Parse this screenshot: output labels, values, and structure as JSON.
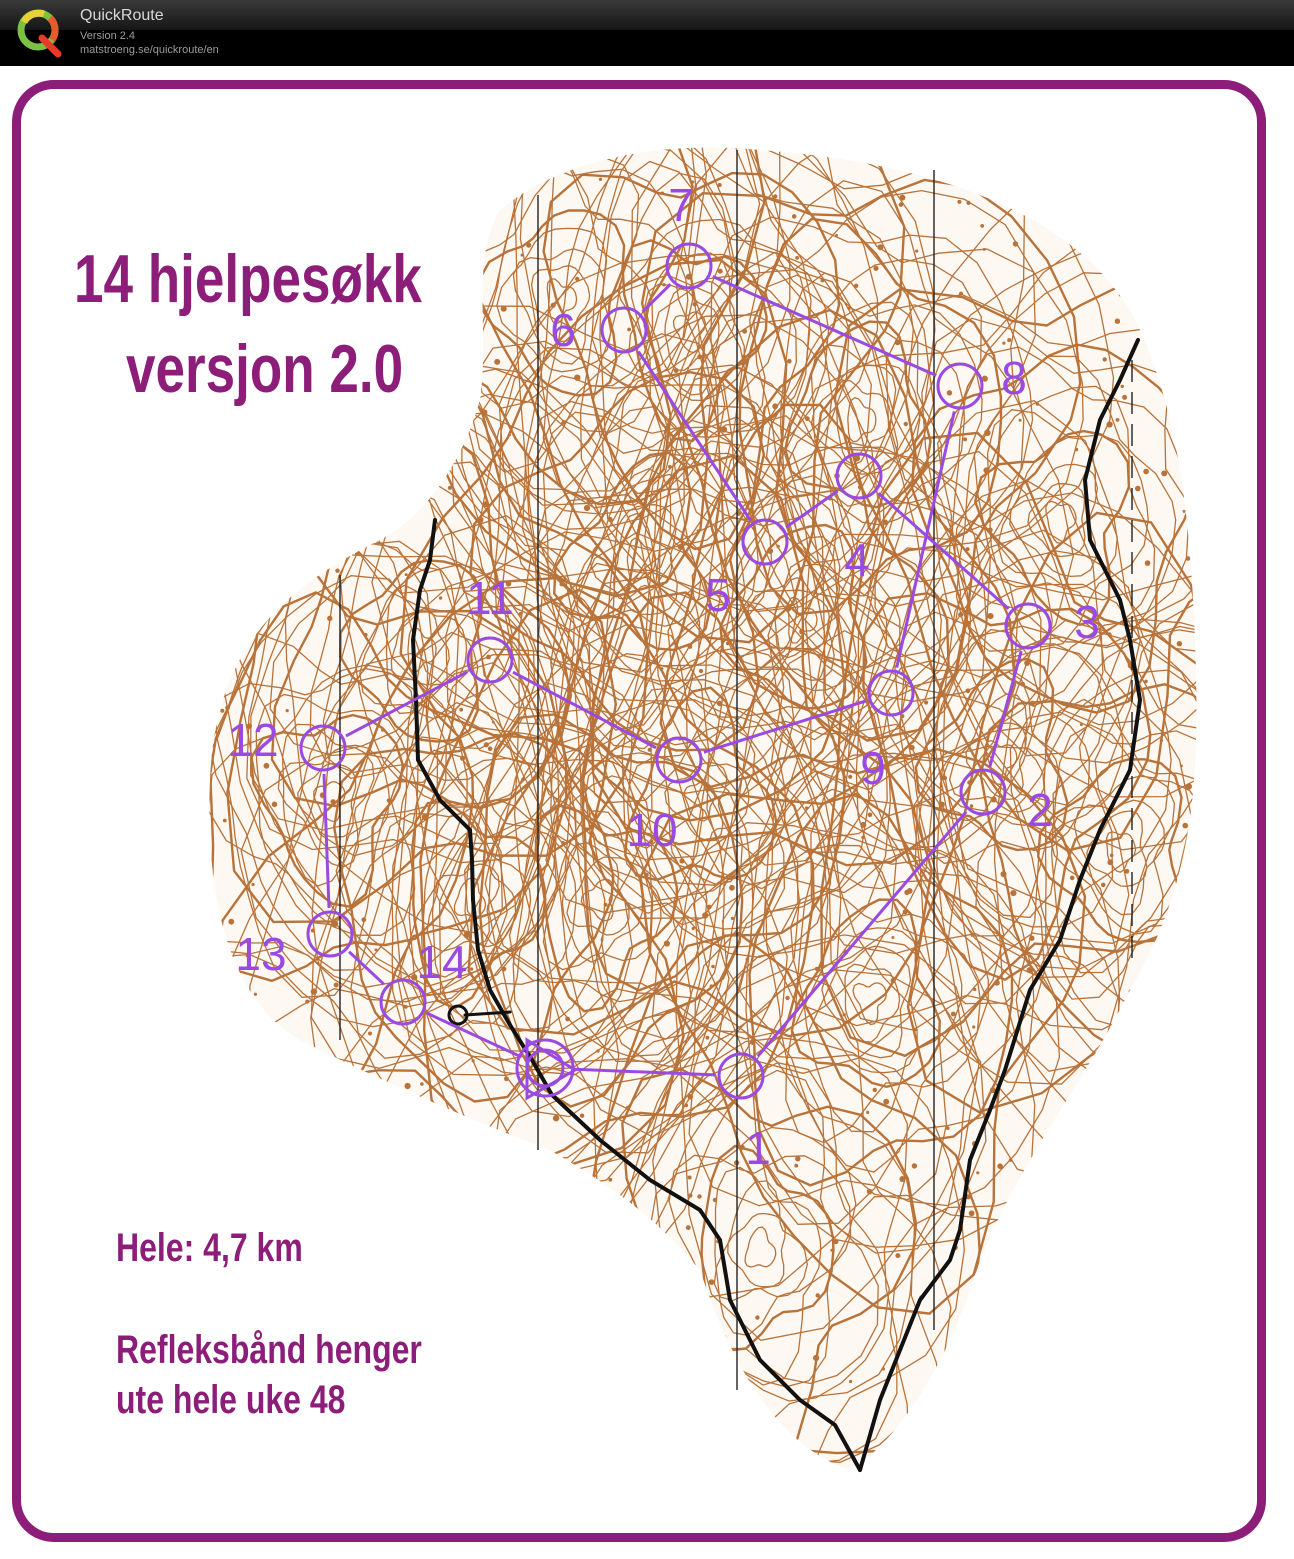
{
  "window": {
    "app_name": "QuickRoute",
    "version": "Version 2.4",
    "url": "matstroeng.se/quickroute/en"
  },
  "colors": {
    "frame": "#8c1e7a",
    "course": "#9a4ae0",
    "contours": "#b8733a",
    "trail": "#111111",
    "titlebar": "#000000"
  },
  "map": {
    "title_line1": "14 hjelpesøkk",
    "title_line2": "versjon 2.0",
    "length_text": "Hele: 4,7 km",
    "note_line1": "Refleksbånd henger",
    "note_line2": "ute hele uke 48"
  },
  "course": {
    "controls": [
      {
        "label": "1"
      },
      {
        "label": "2"
      },
      {
        "label": "3"
      },
      {
        "label": "4"
      },
      {
        "label": "5"
      },
      {
        "label": "6"
      },
      {
        "label": "7"
      },
      {
        "label": "8"
      },
      {
        "label": "9"
      },
      {
        "label": "10"
      },
      {
        "label": "11"
      },
      {
        "label": "12"
      },
      {
        "label": "13"
      },
      {
        "label": "14"
      }
    ]
  }
}
